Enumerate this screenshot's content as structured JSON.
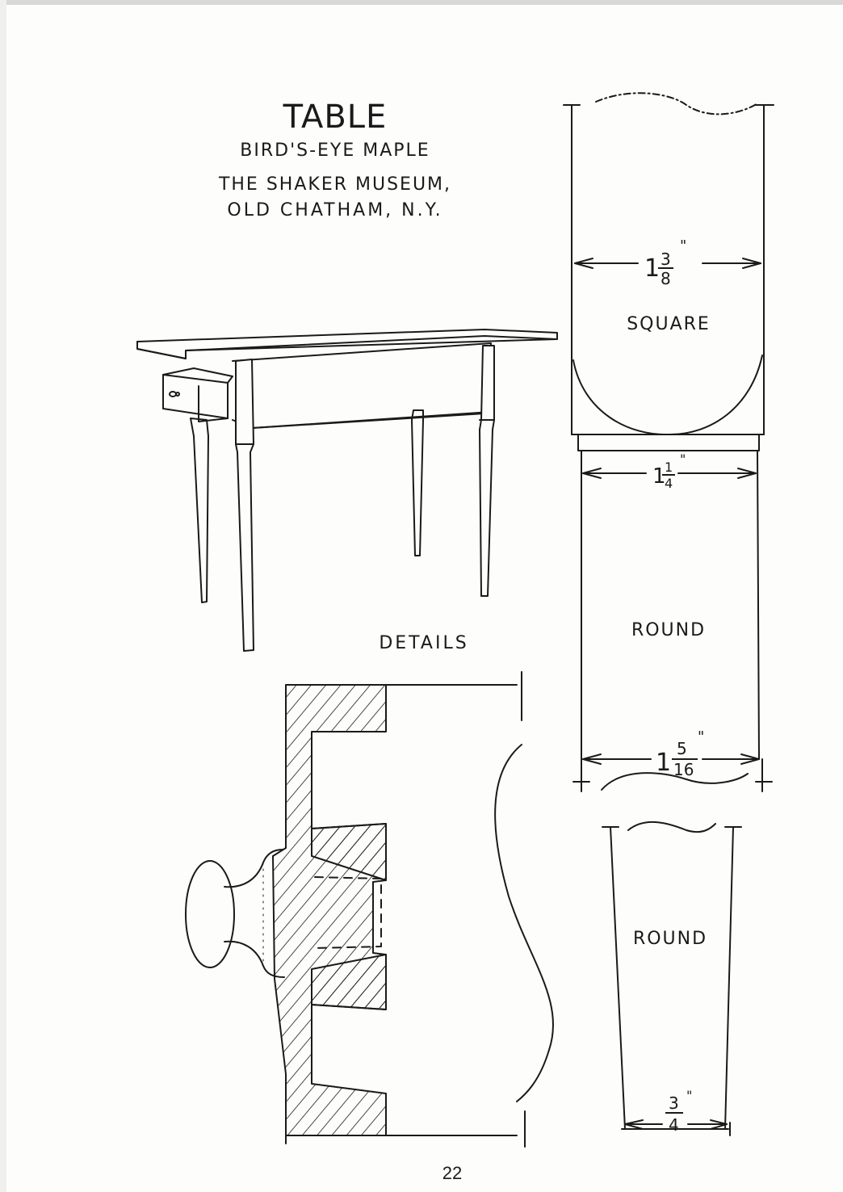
{
  "heading": {
    "title": "TABLE",
    "material": "BIRD'S-EYE MAPLE",
    "museum_line1": "THE SHAKER MUSEUM,",
    "museum_line2": "OLD CHATHAM, N.Y."
  },
  "details_label": "DETAILS",
  "leg_profile": {
    "top_section_label": "SQUARE",
    "middle_section_label": "ROUND",
    "bottom_section_label": "ROUND",
    "dimensions": {
      "square_width": {
        "whole": "1",
        "num": "3",
        "den": "8",
        "unit": "\""
      },
      "round_top_width": {
        "whole": "1",
        "num": "1",
        "den": "4",
        "unit": "\""
      },
      "round_mid_width": {
        "whole": "1",
        "num": "5",
        "den": "16",
        "unit": "\""
      },
      "foot_width": {
        "whole": "",
        "num": "3",
        "den": "4",
        "unit": "\""
      }
    }
  },
  "page_number": "22",
  "colors": {
    "ink": "#1a1a1a",
    "paper": "#fdfdfc"
  }
}
